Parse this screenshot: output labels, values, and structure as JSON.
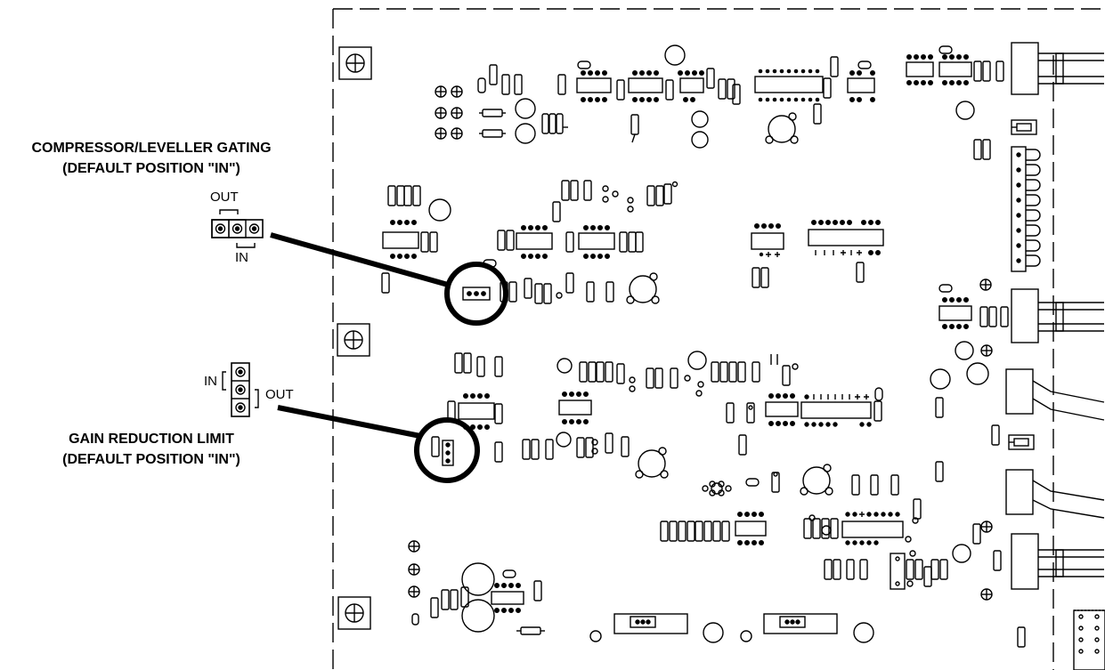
{
  "callouts": {
    "compressor": {
      "title": "COMPRESSOR/LEVELLER GATING",
      "default": "(DEFAULT POSITION \"IN\")",
      "out_label": "OUT",
      "in_label": "IN"
    },
    "gain": {
      "title": "GAIN REDUCTION LIMIT",
      "default": "(DEFAULT POSITION \"IN\")",
      "in_label": "IN",
      "out_label": "OUT"
    }
  },
  "colors": {
    "ink": "#000000",
    "background": "#ffffff"
  }
}
